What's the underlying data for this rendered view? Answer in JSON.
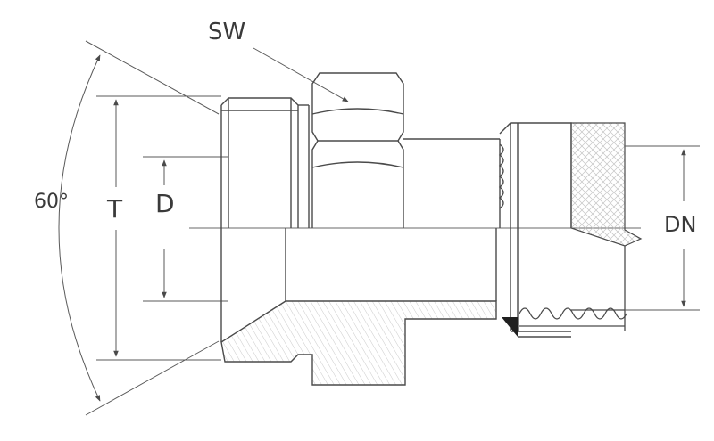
{
  "labels": {
    "sw": "SW",
    "angle": "60°",
    "t": "T",
    "d": "D",
    "dn": "DN"
  },
  "colors": {
    "line": "#4a4a4a",
    "thin": "#7a7a7a",
    "hatch": "#b5b5b5",
    "text": "#3a3a3a"
  }
}
